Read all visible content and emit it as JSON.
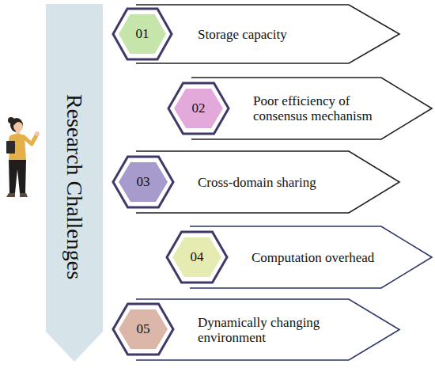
{
  "diagram": {
    "nodes": [
      {
        "text": [
          "Research Challenges"
        ]
      },
      {
        "text": [
          "Storage capacity"
        ]
      },
      {
        "text": [
          "01"
        ],
        "in": 1
      },
      {
        "text": [
          "Poor efficiency of consensus mechanism"
        ]
      },
      {
        "text": [
          "02"
        ],
        "in": 3
      },
      {
        "text": [
          "Cross-domain sharing"
        ]
      },
      {
        "text": [
          "03"
        ],
        "in": 5
      },
      {
        "text": [
          "Computation overhead"
        ]
      },
      {
        "text": [
          "04"
        ],
        "in": 7
      },
      {
        "text": [
          "Dynamically changing environment"
        ]
      },
      {
        "text": [
          "05"
        ],
        "in": 9
      }
    ]
  }
}
